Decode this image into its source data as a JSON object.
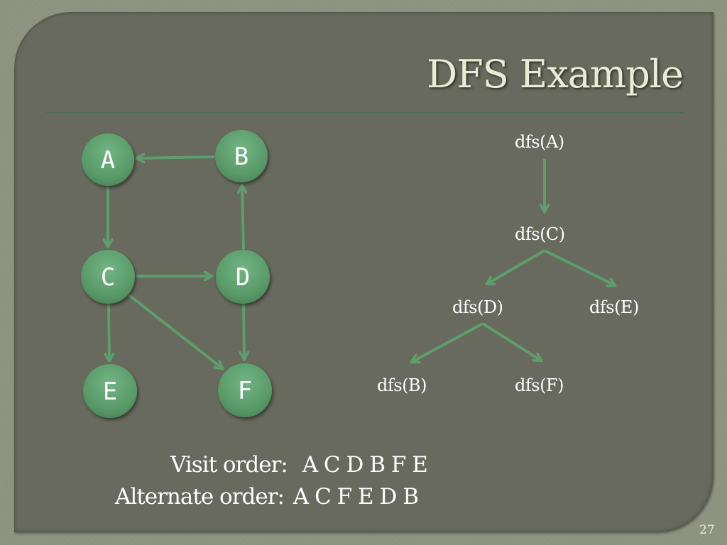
{
  "slide": {
    "title": "DFS Example",
    "page_number": "27"
  },
  "graph": {
    "node_color": "#5e9e6e",
    "edge_color": "#5e9e6e",
    "nodes": [
      {
        "id": "A",
        "label": "A"
      },
      {
        "id": "B",
        "label": "B"
      },
      {
        "id": "C",
        "label": "C"
      },
      {
        "id": "D",
        "label": "D"
      },
      {
        "id": "E",
        "label": "E"
      },
      {
        "id": "F",
        "label": "F"
      }
    ],
    "edges": [
      {
        "from": "B",
        "to": "A"
      },
      {
        "from": "A",
        "to": "C"
      },
      {
        "from": "C",
        "to": "D"
      },
      {
        "from": "D",
        "to": "B"
      },
      {
        "from": "C",
        "to": "E"
      },
      {
        "from": "C",
        "to": "F"
      },
      {
        "from": "D",
        "to": "F"
      }
    ]
  },
  "call_tree": {
    "calls": [
      {
        "id": "A",
        "label": "dfs(A)"
      },
      {
        "id": "C",
        "label": "dfs(C)"
      },
      {
        "id": "D",
        "label": "dfs(D)"
      },
      {
        "id": "E",
        "label": "dfs(E)"
      },
      {
        "id": "B",
        "label": "dfs(B)"
      },
      {
        "id": "F",
        "label": "dfs(F)"
      }
    ],
    "edges": [
      {
        "from": "A",
        "to": "C"
      },
      {
        "from": "C",
        "to": "D"
      },
      {
        "from": "C",
        "to": "E"
      },
      {
        "from": "D",
        "to": "B"
      },
      {
        "from": "D",
        "to": "F"
      }
    ]
  },
  "orders": {
    "visit_label": "Visit order:",
    "visit_value": "A C D B F E",
    "alternate_label": "Alternate order:",
    "alternate_value": "A C F E D B"
  }
}
